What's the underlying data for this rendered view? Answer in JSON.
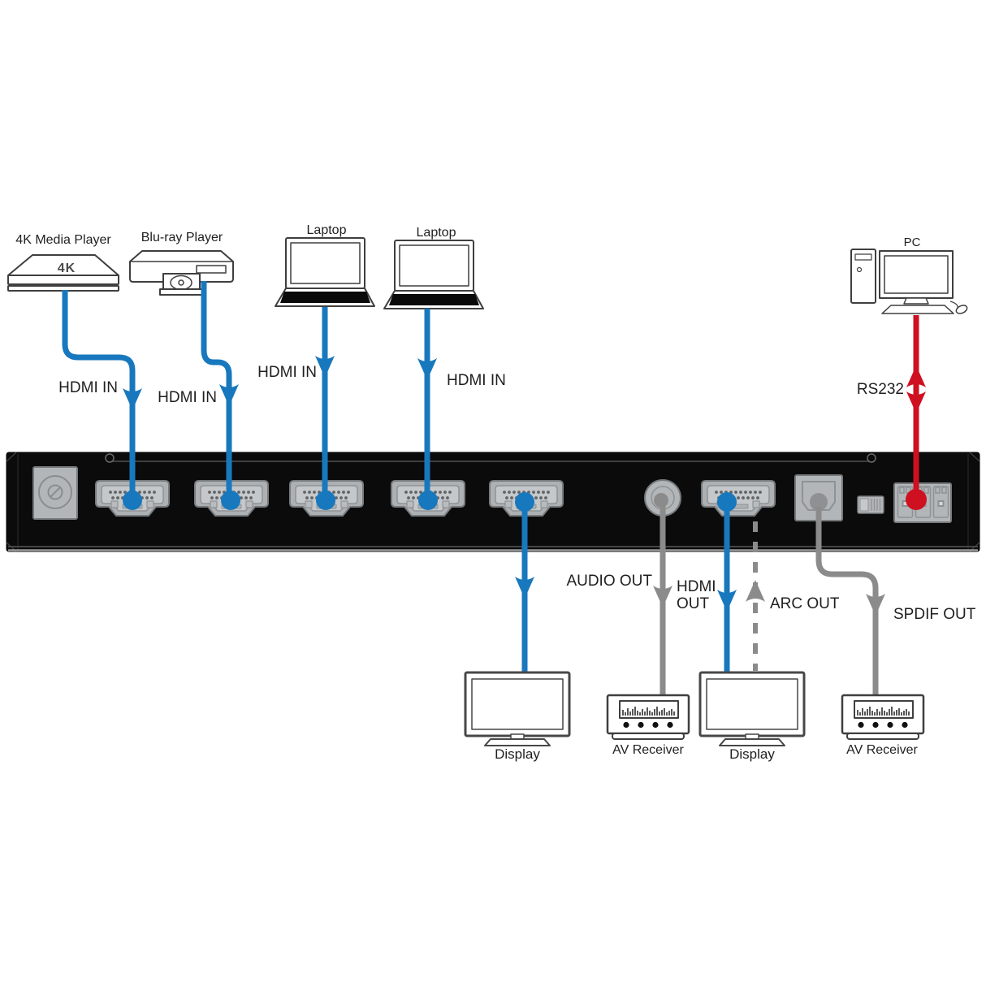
{
  "devices": {
    "media_player": {
      "label": "4K Media Player",
      "badge": "4K"
    },
    "bluray_player": {
      "label": "Blu-ray Player"
    },
    "laptop_1": {
      "label": "Laptop"
    },
    "laptop_2": {
      "label": "Laptop"
    },
    "pc": {
      "label": "PC"
    },
    "display_1": {
      "label": "Display"
    },
    "av_receiver_1": {
      "label": "AV Receiver"
    },
    "display_2": {
      "label": "Display"
    },
    "av_receiver_2": {
      "label": "AV Receiver"
    }
  },
  "connections": {
    "hdmi_in_1": "HDMI IN",
    "hdmi_in_2": "HDMI IN",
    "hdmi_in_3": "HDMI IN",
    "hdmi_in_4": "HDMI IN",
    "rs232": "RS232",
    "audio_out": "AUDIO OUT",
    "hdmi_out": "HDMI\nOUT",
    "arc_out": "ARC OUT",
    "spdif_out": "SPDIF OUT"
  },
  "colors": {
    "hdmi": "#1878BE",
    "rs232": "#CF1020",
    "audio": "#8B8B8B"
  }
}
